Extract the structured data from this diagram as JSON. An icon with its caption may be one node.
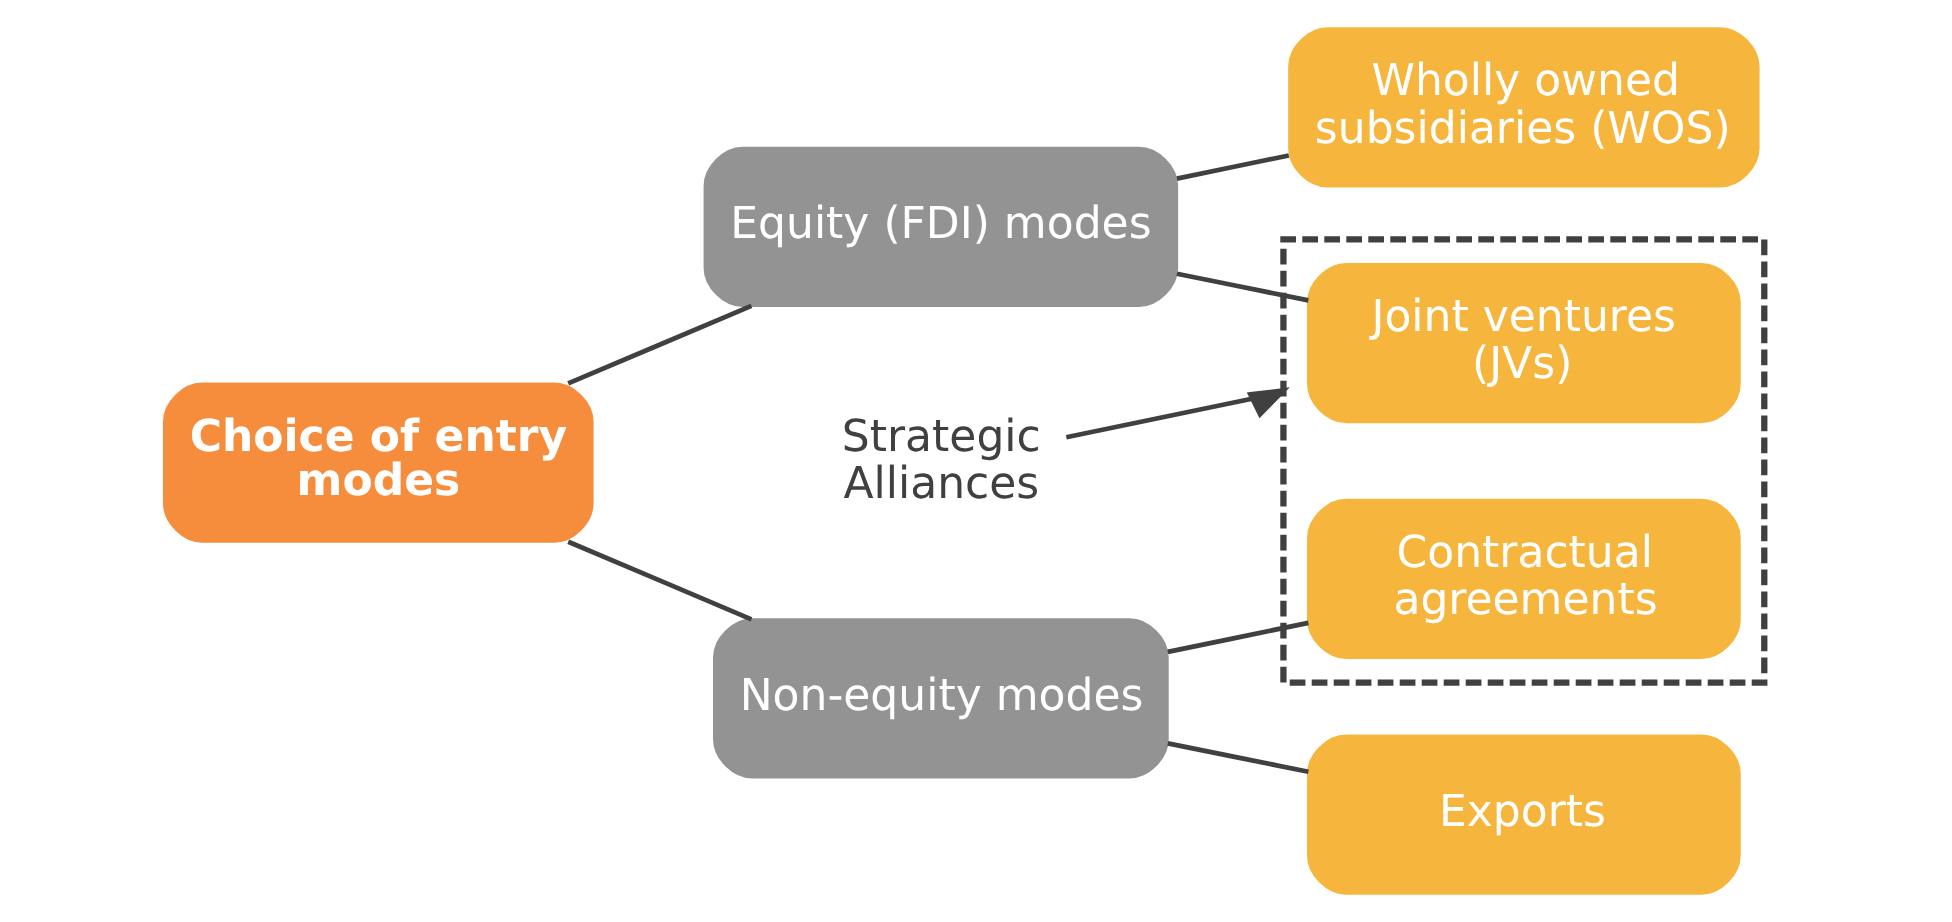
{
  "diagram": {
    "nodes": [
      {
        "text": [
          "Choice of entry modes"
        ]
      },
      {
        "text": [
          "Equity (FDI) modes"
        ]
      },
      {
        "text": [
          "Strategic Alliances"
        ]
      },
      {
        "text": [
          "Non-equity modes"
        ]
      },
      {
        "text": [
          "Wholly owned subsidiaries (WOS)"
        ]
      },
      {
        "text": [],
        "shape": "box"
      },
      {
        "text": [
          "Joint ventures (JVs)"
        ],
        "in": 5
      },
      {
        "text": [
          "Contractual agreements"
        ],
        "in": 5
      },
      {
        "text": [
          "Exports"
        ]
      }
    ],
    "edges": [
      {
        "from": 0,
        "to": 1,
        "arrow": "none"
      },
      {
        "from": 0,
        "to": 3,
        "arrow": "none"
      },
      {
        "from": 1,
        "to": 4,
        "arrow": "none"
      },
      {
        "from": 1,
        "to": 6,
        "arrow": "none"
      },
      {
        "from": 3,
        "to": 7,
        "arrow": "none"
      },
      {
        "from": 3,
        "to": 8,
        "arrow": "none"
      },
      {
        "from": 2,
        "to": 5,
        "arrow": "to"
      }
    ]
  }
}
